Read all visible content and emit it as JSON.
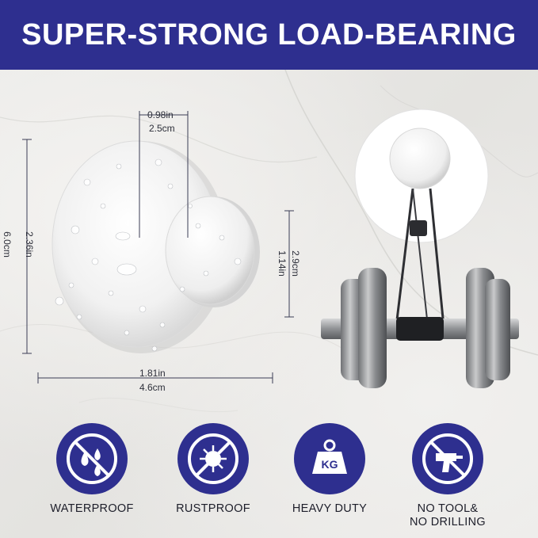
{
  "banner": {
    "title": "SUPER-STRONG LOAD-BEARING"
  },
  "dimensions": {
    "stem_width_in": "0.98in",
    "stem_width_cm": "2.5cm",
    "total_height_in": "2.36in",
    "total_height_cm": "6.0cm",
    "knob_height_in": "1.14in",
    "knob_height_cm": "2.9cm",
    "base_width_in": "1.81in",
    "base_width_cm": "4.6cm"
  },
  "features": [
    {
      "label": "WATERPROOF",
      "icon": "water-drops-icon"
    },
    {
      "label": "RUSTPROOF",
      "icon": "no-bacteria-icon"
    },
    {
      "label": "HEAVY DUTY",
      "icon": "kg-weight-icon"
    },
    {
      "label": "NO TOOL&",
      "label2": "NO DRILLING",
      "icon": "no-drill-icon"
    }
  ],
  "colors": {
    "brand": "#2e2f8f",
    "text": "#1d1e2a"
  }
}
